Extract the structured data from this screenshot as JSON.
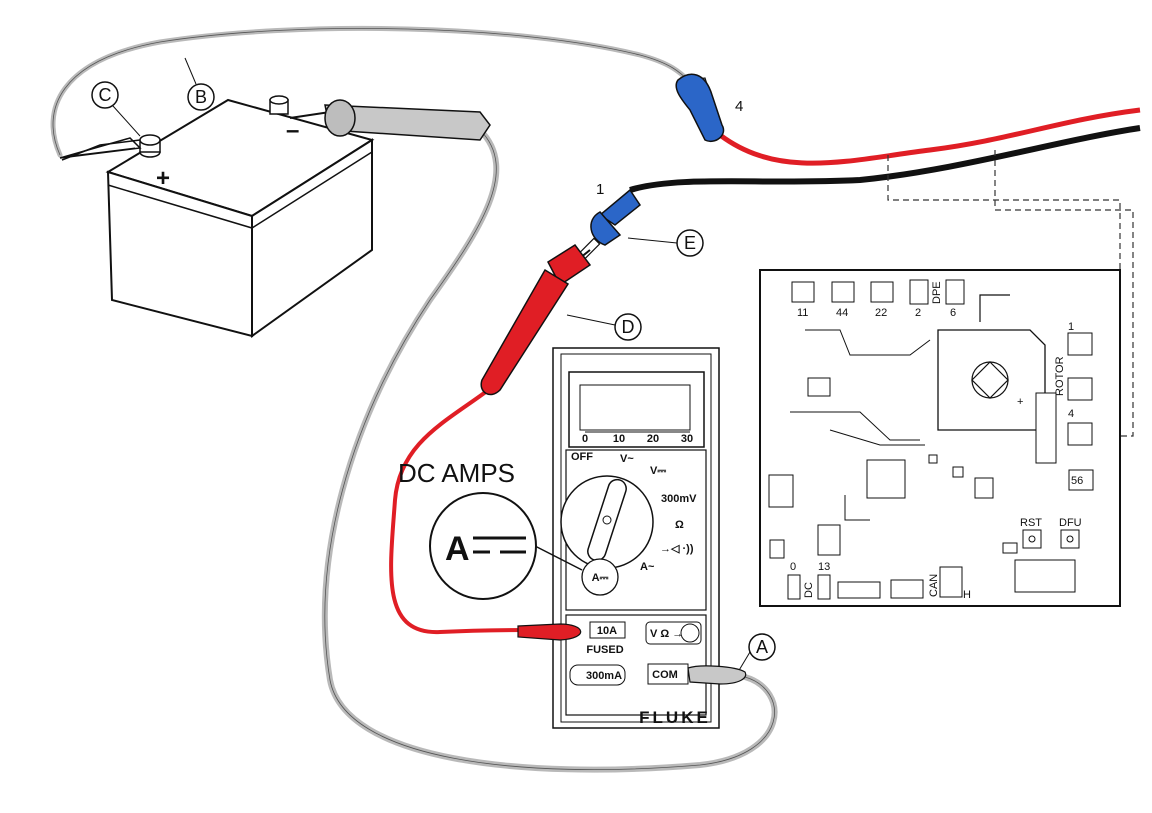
{
  "callouts": {
    "a": "A",
    "b": "B",
    "c": "C",
    "d": "D",
    "e": "E"
  },
  "battery": {
    "positive_symbol": "+",
    "negative_symbol": "–"
  },
  "terminals": {
    "red_wire_number": "4",
    "black_wire_number": "1"
  },
  "annotation": {
    "dc_amps": "DC AMPS"
  },
  "meter": {
    "brand": "FLUKE",
    "scale_ticks": [
      "0",
      "10",
      "20",
      "30"
    ],
    "dial": {
      "off": "OFF",
      "v_ac": "V~",
      "v_dc": "V⎓",
      "mv": "300mV",
      "ohm": "Ω",
      "diode": "→◁ ·))",
      "a_ac": "A~"
    },
    "zoom_symbol": "A",
    "dial_small_symbol": "A⎓",
    "jacks": {
      "ten_a": "10A",
      "fused": "FUSED",
      "ma": "300mA",
      "com": "COM",
      "v_ohm": "V Ω →◁"
    }
  },
  "pcb": {
    "top_connectors": [
      "11",
      "44",
      "22",
      "2",
      "DPE",
      "6"
    ],
    "side_labels": {
      "p1": "1",
      "rotor": "ROTOR",
      "p4": "4",
      "j56": "56"
    },
    "bottom_labels": {
      "zero": "0",
      "thirteen": "13",
      "dc": "DC",
      "can": "CAN",
      "h": "H",
      "rst": "RST",
      "dfu": "DFU"
    },
    "rectifier": {
      "plus": "+"
    }
  },
  "colors": {
    "red_wire": "#e01e25",
    "black_wire": "#111111",
    "blue_terminal": "#2b66c8",
    "gray_lead": "#b9b9b9",
    "red_probe": "#e01e25"
  }
}
